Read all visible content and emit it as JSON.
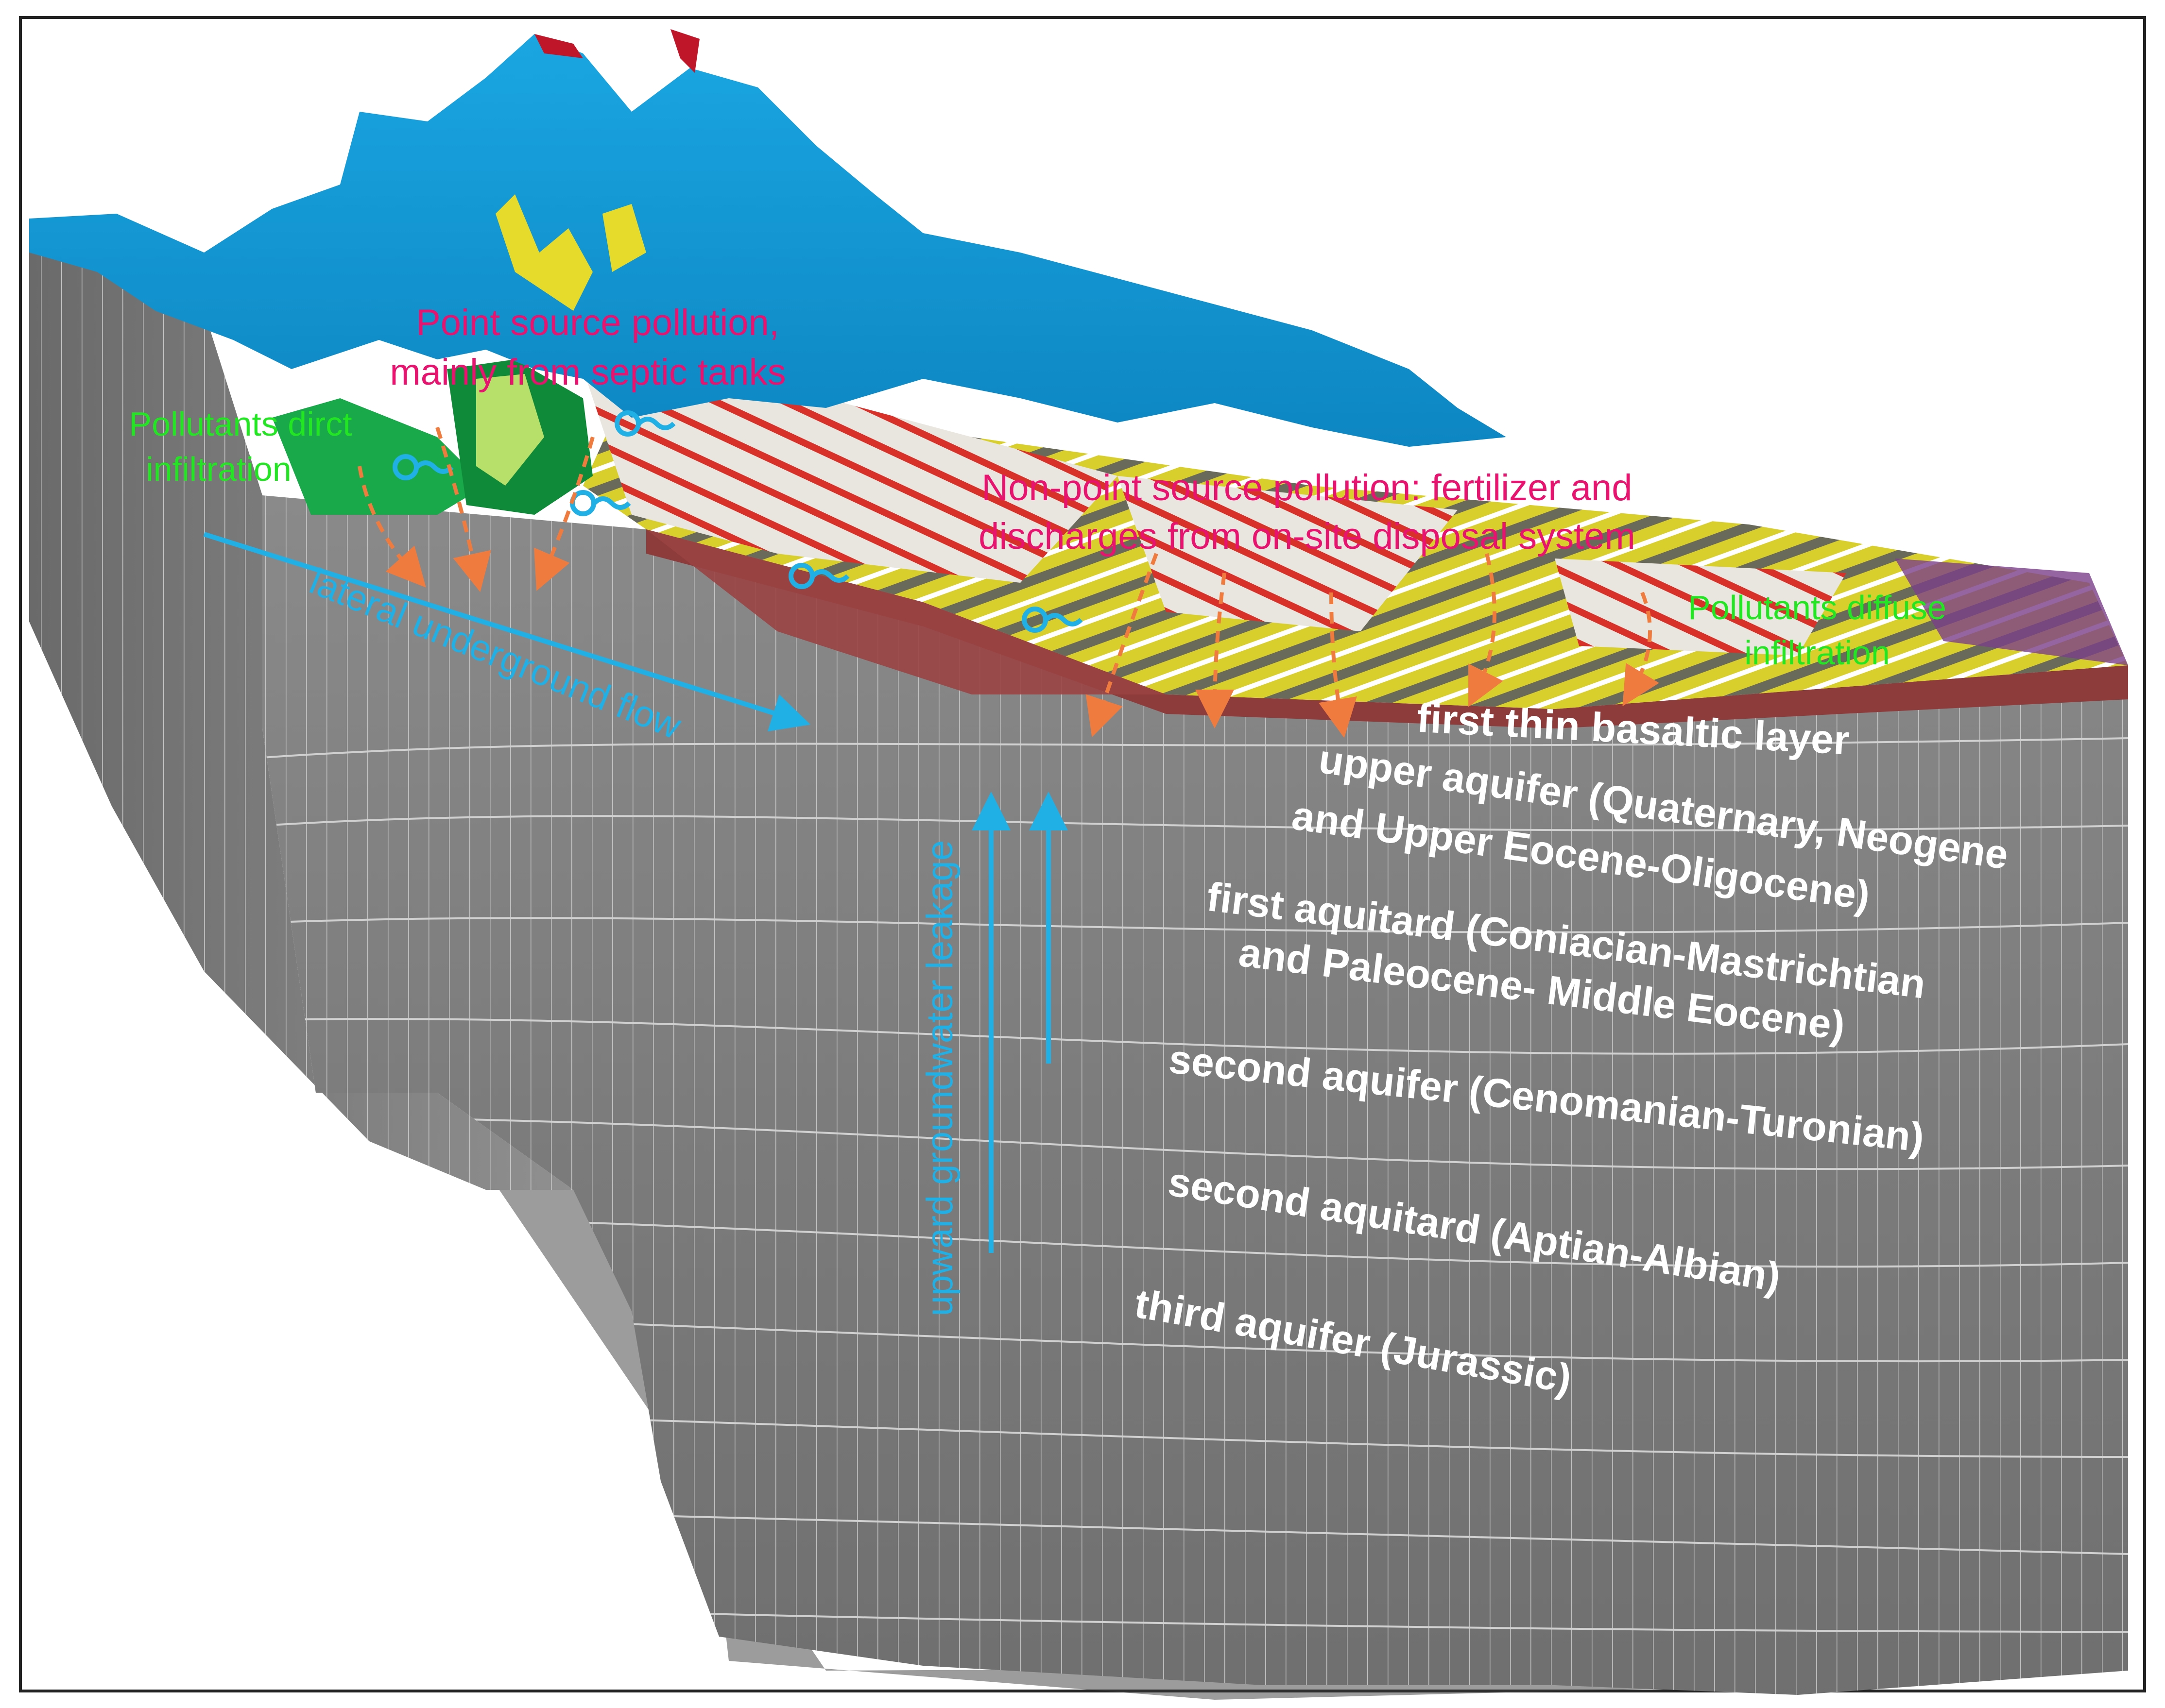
{
  "colors": {
    "surface_blue": "#1199d6",
    "block_gray": "#7d7d7d",
    "grid_line": "#c9c9c9",
    "basalt_red": "#8e3b3b",
    "label_white": "#ffffff",
    "label_pink": "#e8126f",
    "label_green": "#22e622",
    "label_cyan": "#21b0e6",
    "arrow_orange": "#f07b3f"
  },
  "annotations": {
    "point_source_line1": "Point source pollution,",
    "point_source_line2": "mainly from septic tanks",
    "direct_infiltration_line1": "Pollutants dirct",
    "direct_infiltration_line2": "infiltration",
    "non_point_line1": "Non-point source pollution: fertilizer and",
    "non_point_line2": "discharges from on-site disposal system",
    "diffuse_infiltration_line1": "Pollutants diffuse",
    "diffuse_infiltration_line2": "infiltration",
    "lateral_flow": "lateral underground flow",
    "upward_leakage": "upward groundwater leakage"
  },
  "layers": {
    "basalt": "first thin basaltic layer",
    "upper_aquifer_line1": "upper aquifer (Quaternary, Neogene",
    "upper_aquifer_line2": "and Upper Eocene-Oligocene)",
    "first_aquitard_line1": "first aquitard (Coniacian-Mastrichtian",
    "first_aquitard_line2": "and Paleocene- Middle Eocene)",
    "second_aquifer": "second aquifer (Cenomanian-Turonian)",
    "second_aquitard": "second aquitard (Aptian-Albian)",
    "third_aquifer": "third aquifer (Jurassic)"
  },
  "icons": {
    "well": "well-symbol-icon",
    "infiltration_arrow": "dashed-arrow-icon",
    "flow_arrow": "arrow-icon"
  }
}
